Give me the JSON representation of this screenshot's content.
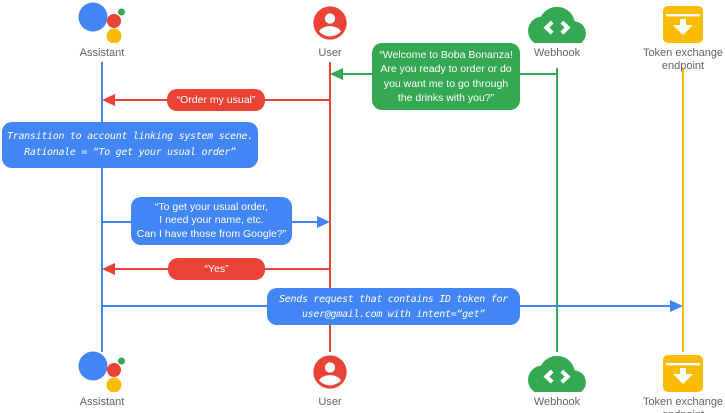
{
  "diagram": {
    "type": "sequence",
    "actors": [
      {
        "id": "assistant",
        "label": "Assistant",
        "icon": "google-assistant-icon",
        "lifeline_color": "#4285F4"
      },
      {
        "id": "user",
        "label": "User",
        "icon": "user-icon",
        "lifeline_color": "#EA4335"
      },
      {
        "id": "webhook",
        "label": "Webhook",
        "icon": "webhook-cloud-icon",
        "lifeline_color": "#34A853"
      },
      {
        "id": "token",
        "label": "Token exchange endpoint",
        "icon": "token-exchange-endpoint-icon",
        "lifeline_color": "#FBBC04"
      }
    ],
    "messages": [
      {
        "id": "welcome",
        "from": "Webhook",
        "to": "User",
        "style": "speech",
        "color": "#34A853",
        "text": "“Welcome to Boba Bonanza!\nAre you ready to order or do\nyou want me to go through\nthe drinks with you?”"
      },
      {
        "id": "order-my-usual",
        "from": "User",
        "to": "Assistant",
        "style": "speech",
        "color": "#EA4335",
        "text": "“Order my usual”"
      },
      {
        "id": "transition-note",
        "actor": "Assistant",
        "style": "system-note",
        "color": "#4285F4",
        "text": "Transition to account linking system scene.\nRationale = “To get your usual order”"
      },
      {
        "id": "ask-google",
        "from": "Assistant",
        "to": "User",
        "style": "speech",
        "color": "#4285F4",
        "text": "“To get your usual order,\nI need your name, etc.\nCan I have those from Google?”"
      },
      {
        "id": "yes",
        "from": "User",
        "to": "Assistant",
        "style": "speech",
        "color": "#EA4335",
        "text": "“Yes”"
      },
      {
        "id": "send-request",
        "from": "Assistant",
        "to": "Token exchange endpoint",
        "style": "system-note",
        "color": "#4285F4",
        "text": "Sends request that contains ID token for\nuser@gmail.com with intent=“get”"
      }
    ],
    "colors": {
      "blue": "#4285F4",
      "red": "#EA4335",
      "green": "#34A853",
      "yellow": "#FBBC04",
      "label_gray": "#5F6368"
    }
  }
}
